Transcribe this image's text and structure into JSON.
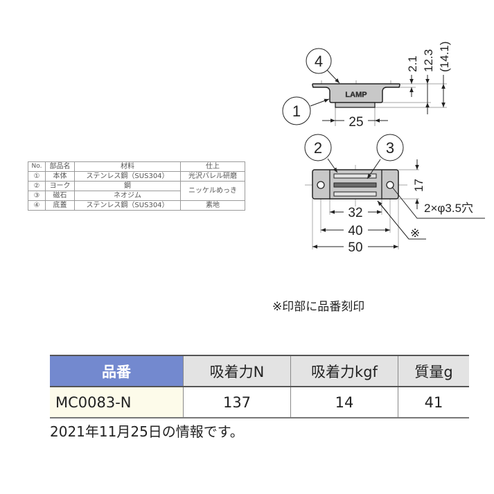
{
  "parts_table": {
    "headers": [
      "No.",
      "部品名",
      "材料",
      "仕上"
    ],
    "rows": [
      {
        "no": "①",
        "name": "本体",
        "material": "ステンレス鋼（SUS304）",
        "finish": "光沢バレル研磨"
      },
      {
        "no": "②",
        "name": "ヨーク",
        "material": "鋼",
        "finish": "ニッケルめっき"
      },
      {
        "no": "③",
        "name": "磁石",
        "material": "ネオジム",
        "finish": ""
      },
      {
        "no": "④",
        "name": "底蓋",
        "material": "ステンレス鋼（SUS304）",
        "finish": "素地"
      }
    ]
  },
  "drawing": {
    "side_view": {
      "logo": "LAMP",
      "callouts": [
        "4",
        "1"
      ],
      "dims": {
        "width": "25",
        "flange": "2.1",
        "height": "12.3",
        "total": "(14.1)"
      }
    },
    "top_view": {
      "callouts": [
        "2",
        "3"
      ],
      "dims": {
        "inner": "32",
        "holes_pitch": "40",
        "overall": "50",
        "depth": "17",
        "holes": "2×φ3.5穴",
        "mark": "※"
      }
    },
    "colors": {
      "part_fill": "#c8c8c8",
      "slot_fill": "#6b6b6b",
      "line": "#333333"
    }
  },
  "mark_note": "※印部に品番刻印",
  "spec_table": {
    "headers": [
      "品番",
      "吸着力N",
      "吸着力kgf",
      "質量g"
    ],
    "rows": [
      {
        "part_no": "MC0083-N",
        "force_n": "137",
        "force_kgf": "14",
        "mass_g": "41"
      }
    ],
    "colors": {
      "header_accent": "#7389cf",
      "header_bg": "#e3e3e3",
      "row_accent": "#fdfbea"
    }
  },
  "date_note": "2021年11月25日の情報です。"
}
